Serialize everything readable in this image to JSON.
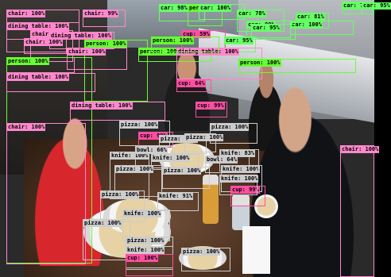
{
  "colors": {
    "person": "#66ff33",
    "chair": "#ff88cc",
    "dining table": "#ff88cc",
    "car": "#66ff66",
    "pizza": "#cccccc",
    "knife": "#cccccc",
    "cup": "#ff4fa3",
    "bowl": "#cccccc"
  },
  "detections": [
    {
      "label": "chair",
      "score": "100%"
    },
    {
      "label": "chair",
      "score": "99%"
    },
    {
      "label": "car",
      "score": "98%"
    },
    {
      "label": "person",
      "score": "100%"
    },
    {
      "label": "car",
      "score": "100%"
    },
    {
      "label": "car",
      "score": "75%"
    },
    {
      "label": "car",
      "score": "95%"
    },
    {
      "label": "dining table",
      "score": "100%"
    },
    {
      "label": "chair",
      "score": "100%"
    },
    {
      "label": "car",
      "score": "78%"
    },
    {
      "label": "car",
      "score": "99%"
    },
    {
      "label": "car",
      "score": "81%"
    },
    {
      "label": "car",
      "score": "100%"
    },
    {
      "label": "dining table",
      "score": "100%"
    },
    {
      "label": "car",
      "score": "95%"
    },
    {
      "label": "chair",
      "score": "100%"
    },
    {
      "label": "person",
      "score": "100%"
    },
    {
      "label": "cup",
      "score": "59%"
    },
    {
      "label": "car",
      "score": "95%"
    },
    {
      "label": "chair",
      "score": "100%"
    },
    {
      "label": "person",
      "score": "100%"
    },
    {
      "label": "dining table",
      "score": "100%"
    },
    {
      "label": "chair",
      "score": "100%"
    },
    {
      "label": "person",
      "score": "100%"
    },
    {
      "label": "person",
      "score": "100%"
    },
    {
      "label": "person",
      "score": "100%"
    },
    {
      "label": "dining table",
      "score": "100%"
    },
    {
      "label": "cup",
      "score": "64%"
    },
    {
      "label": "dining table",
      "score": "100%"
    },
    {
      "label": "cup",
      "score": "99%"
    },
    {
      "label": "chair",
      "score": "100%"
    },
    {
      "label": "pizza",
      "score": "100%"
    },
    {
      "label": "pizza",
      "score": "100%"
    },
    {
      "label": "cup",
      "score": "99%"
    },
    {
      "label": "knife",
      "score": "100%"
    },
    {
      "label": "pizza",
      "score": "100%"
    },
    {
      "label": "bowl",
      "score": "66%"
    },
    {
      "label": "knife",
      "score": "100%"
    },
    {
      "label": "bowl",
      "score": "64%"
    },
    {
      "label": "pizza",
      "score": "100%"
    },
    {
      "label": "pizza",
      "score": "100%"
    },
    {
      "label": "knife",
      "score": "100%"
    },
    {
      "label": "cup",
      "score": "99%"
    },
    {
      "label": "pizza",
      "score": "100%"
    },
    {
      "label": "knife",
      "score": "91%"
    },
    {
      "label": "pizza",
      "score": "100%"
    },
    {
      "label": "knife",
      "score": "100%"
    },
    {
      "label": "pizza",
      "score": "100%"
    },
    {
      "label": "knife",
      "score": "100%"
    },
    {
      "label": "pizza",
      "score": "100%"
    },
    {
      "label": "cup",
      "score": "100%"
    },
    {
      "label": "pizza",
      "score": "100%"
    },
    {
      "label": "chair",
      "score": "100%"
    },
    {
      "label": "knife",
      "score": "83%"
    },
    {
      "label": "knife",
      "score": "100%"
    }
  ]
}
